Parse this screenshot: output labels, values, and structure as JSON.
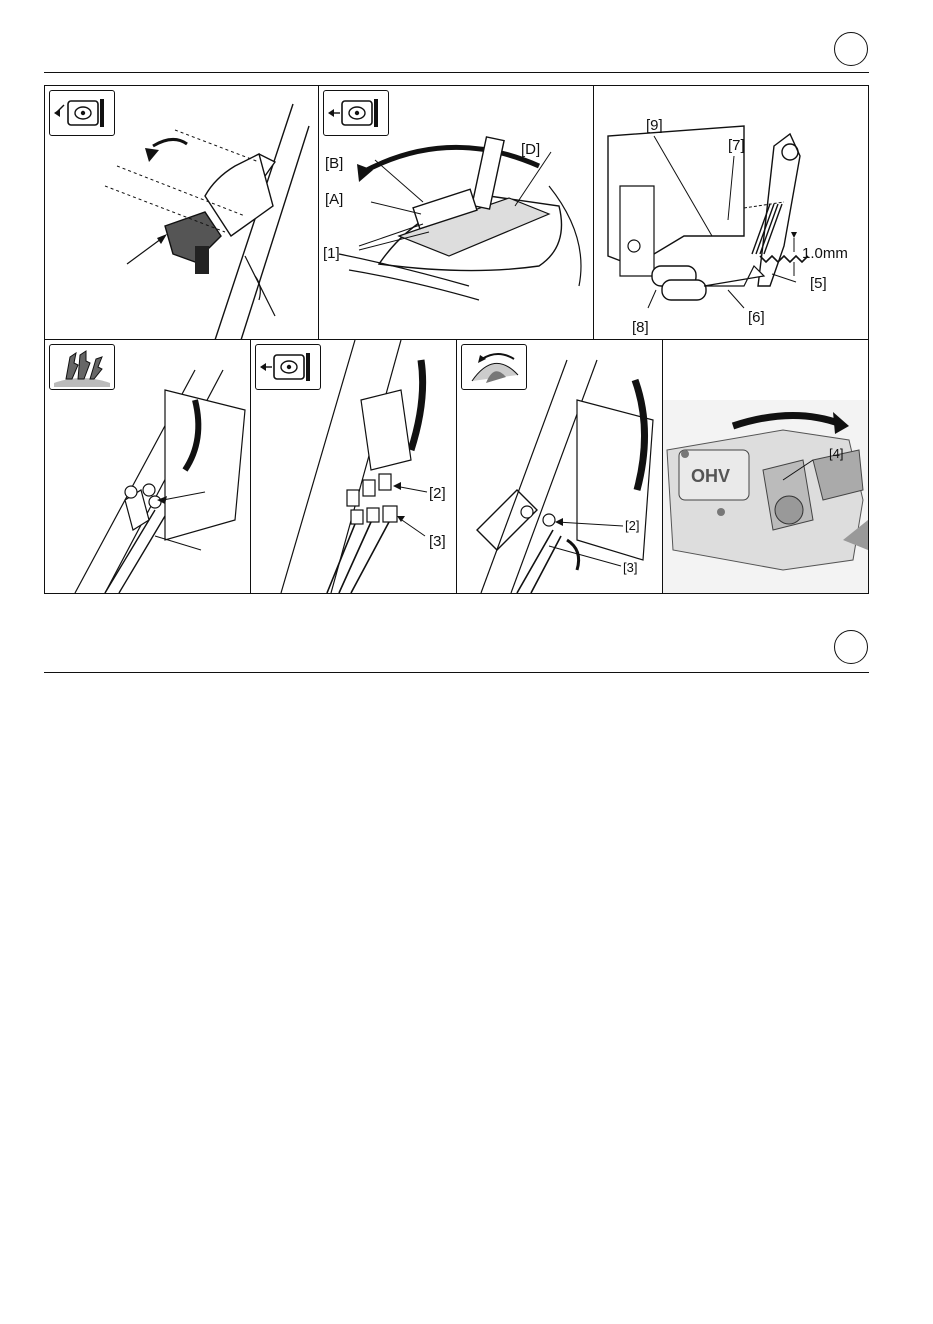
{
  "page": {
    "icons": {
      "top_badge": "tractor-top-view-icon",
      "wrench_badge": "wrenches-icon",
      "throttle_badge": "throttle-dial-icon"
    },
    "colors": {
      "ink": "#111111",
      "paper": "#ffffff",
      "mid_gray": "#9a9a9a"
    }
  },
  "top_row": {
    "panel_2": {
      "labels": {
        "B": "[B]",
        "A": "[A]",
        "one": "[1]",
        "D": "[D]"
      }
    },
    "panel_3": {
      "labels": {
        "nine": "[9]",
        "seven": "[7]",
        "gap": "1.0mm",
        "five": "[5]",
        "six": "[6]",
        "eight": "[8]"
      }
    }
  },
  "bottom_row": {
    "panel_5": {
      "labels": {
        "two": "[2]",
        "three": "[3]"
      }
    },
    "panel_6": {
      "labels": {
        "two": "[2]",
        "three": "[3]"
      }
    },
    "panel_7": {
      "labels": {
        "four": "[4]",
        "brand": "OHV"
      }
    }
  }
}
